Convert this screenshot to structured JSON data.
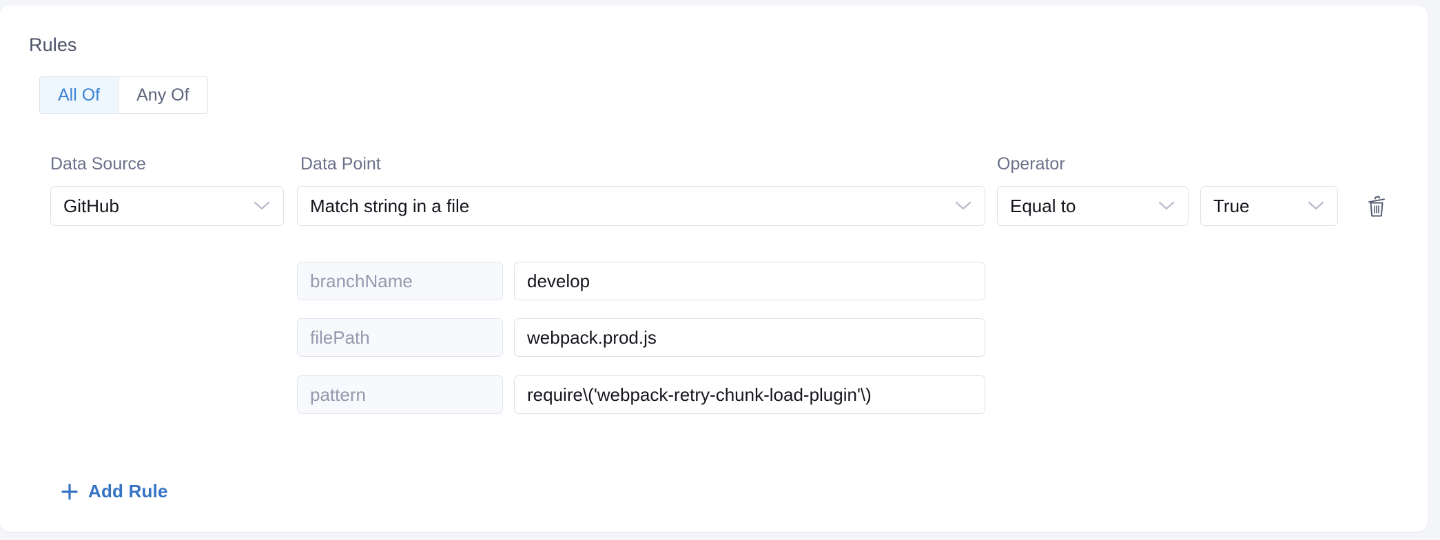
{
  "theme": {
    "page_bg": "#f4f5f9",
    "card_bg": "#ffffff",
    "accent": "#3573c4",
    "active_tab_bg": "#eef7fd",
    "active_tab_text": "#3b82d6",
    "label_text": "#6b7089",
    "value_text": "#14161d",
    "placeholder_text": "#9499ae",
    "border": "#dfe1ea"
  },
  "panel": {
    "title": "Rules",
    "match_mode": {
      "options": [
        {
          "label": "All Of",
          "selected": true
        },
        {
          "label": "Any Of",
          "selected": false
        }
      ]
    },
    "columns": {
      "data_source": "Data Source",
      "data_point": "Data Point",
      "operator": "Operator"
    },
    "rule": {
      "data_source": "GitHub",
      "data_point": "Match string in a file",
      "operator": "Equal to",
      "operator_value": "True",
      "parameters": [
        {
          "key": "branchName",
          "value": "develop"
        },
        {
          "key": "filePath",
          "value": "webpack.prod.js"
        },
        {
          "key": "pattern",
          "value": "require\\('webpack-retry-chunk-load-plugin'\\)"
        }
      ],
      "delete_icon": "trash-icon"
    },
    "add_rule": {
      "icon": "plus-icon",
      "label": "Add Rule"
    }
  }
}
